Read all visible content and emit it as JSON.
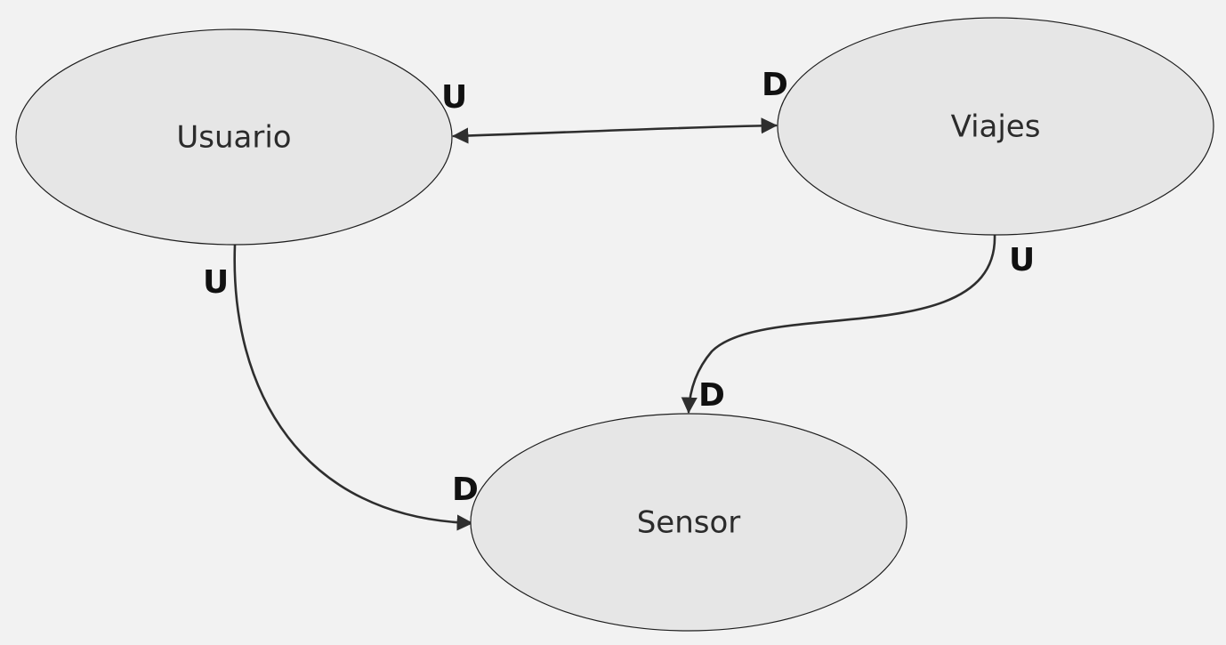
{
  "nodes": {
    "usuario": {
      "label": "Usuario"
    },
    "viajes": {
      "label": "Viajes"
    },
    "sensor": {
      "label": "Sensor"
    }
  },
  "edges": [
    {
      "from": "usuario",
      "to": "viajes",
      "from_end": "U",
      "to_end": "D",
      "bidirectional": true
    },
    {
      "from": "viajes",
      "to": "sensor",
      "from_end": "U",
      "to_end": "D",
      "bidirectional": false
    },
    {
      "from": "usuario",
      "to": "sensor",
      "from_end": "U",
      "to_end": "D",
      "bidirectional": false
    }
  ],
  "colors": {
    "background": "#f2f2f2",
    "node_fill": "#e6e6e6",
    "node_stroke": "#1e1e1e",
    "edge": "#2e2e2e",
    "end_label": "#111111"
  }
}
